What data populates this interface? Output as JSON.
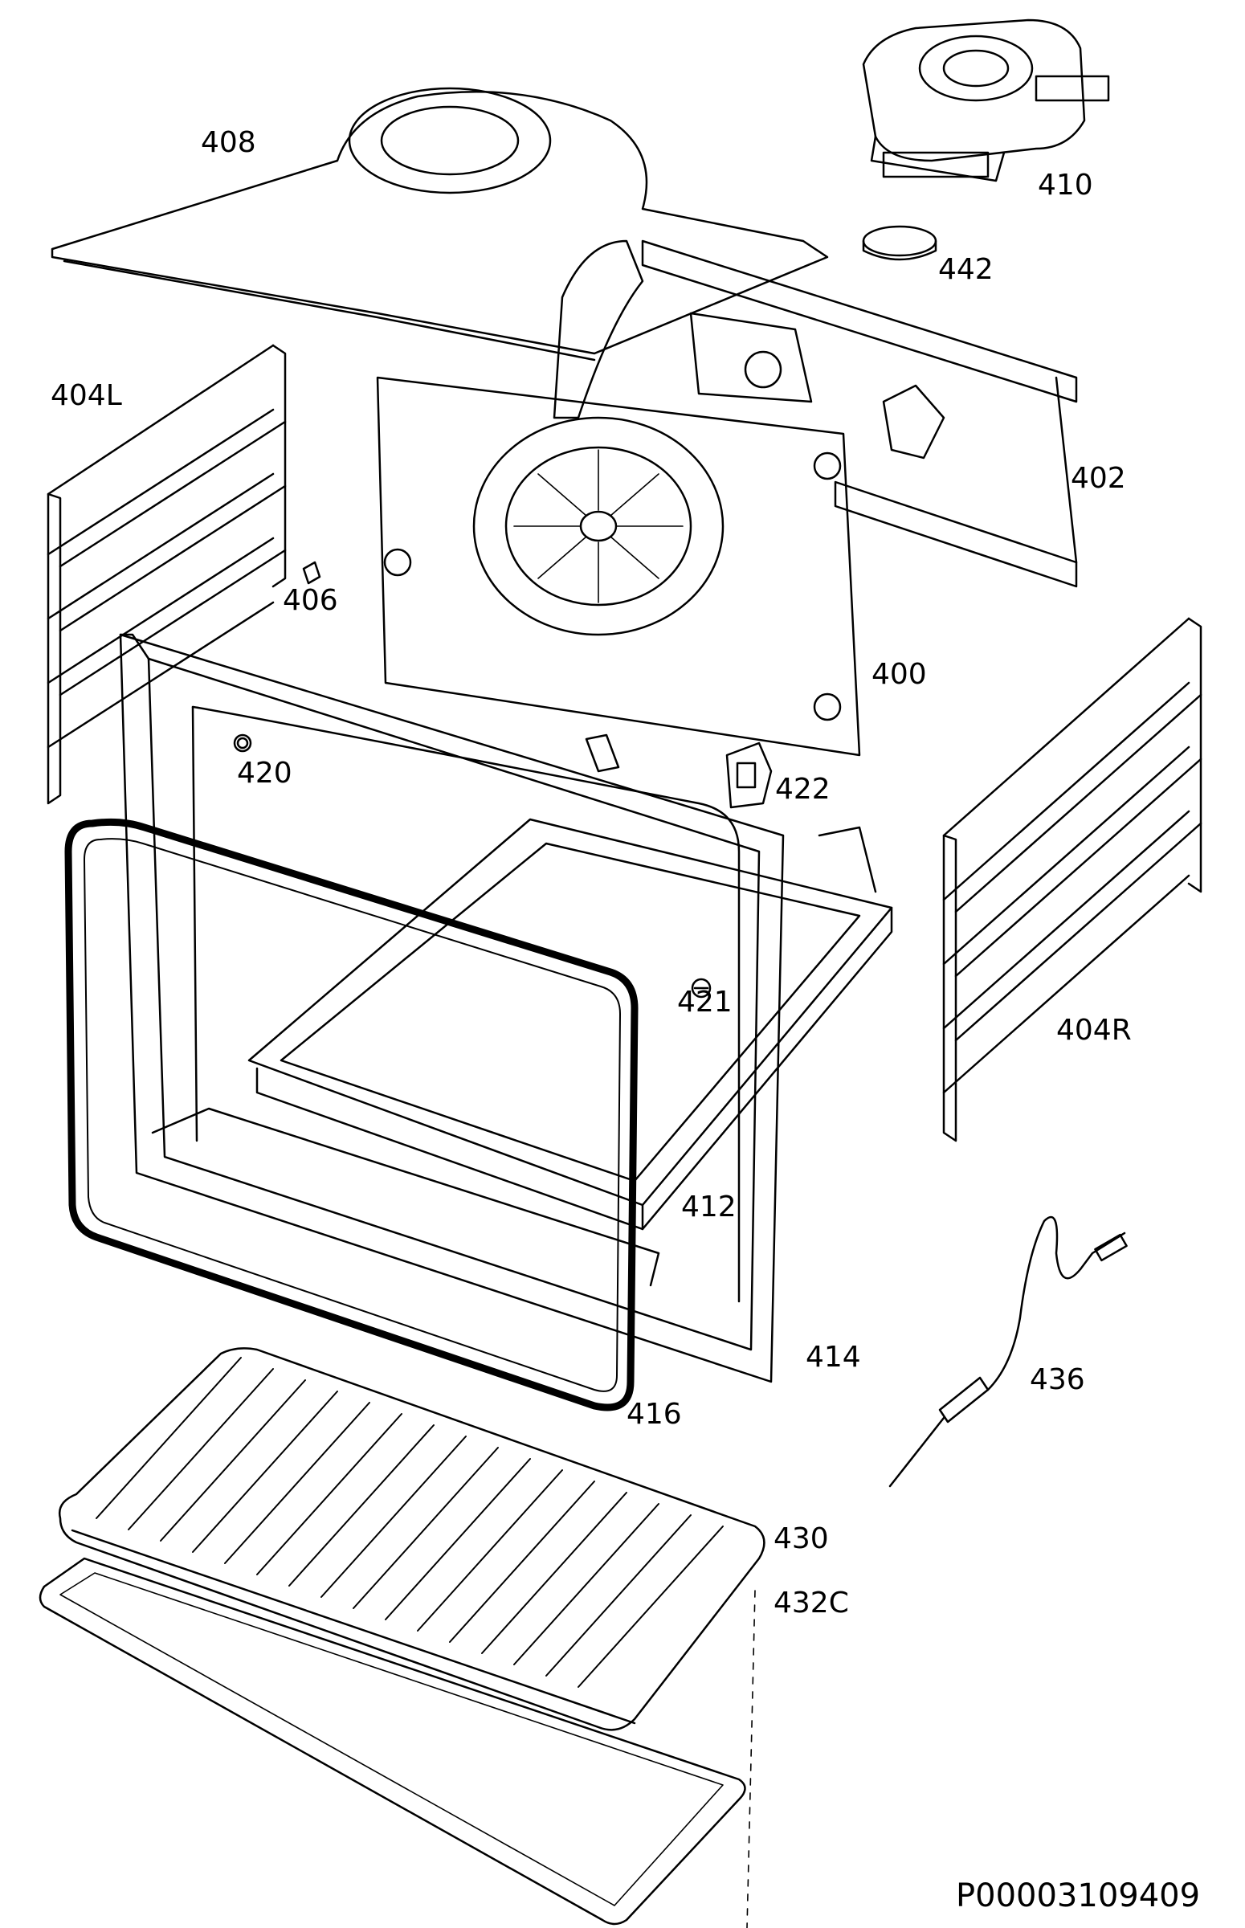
{
  "parts": {
    "p408": "408",
    "p410": "410",
    "p442": "442",
    "p404L": "404L",
    "p402": "402",
    "p406": "406",
    "p400": "400",
    "p420": "420",
    "p422": "422",
    "p421": "421",
    "p404R": "404R",
    "p412": "412",
    "p414": "414",
    "p416": "416",
    "p436": "436",
    "p430": "430",
    "p432C": "432C"
  },
  "document_id": "P00003109409"
}
